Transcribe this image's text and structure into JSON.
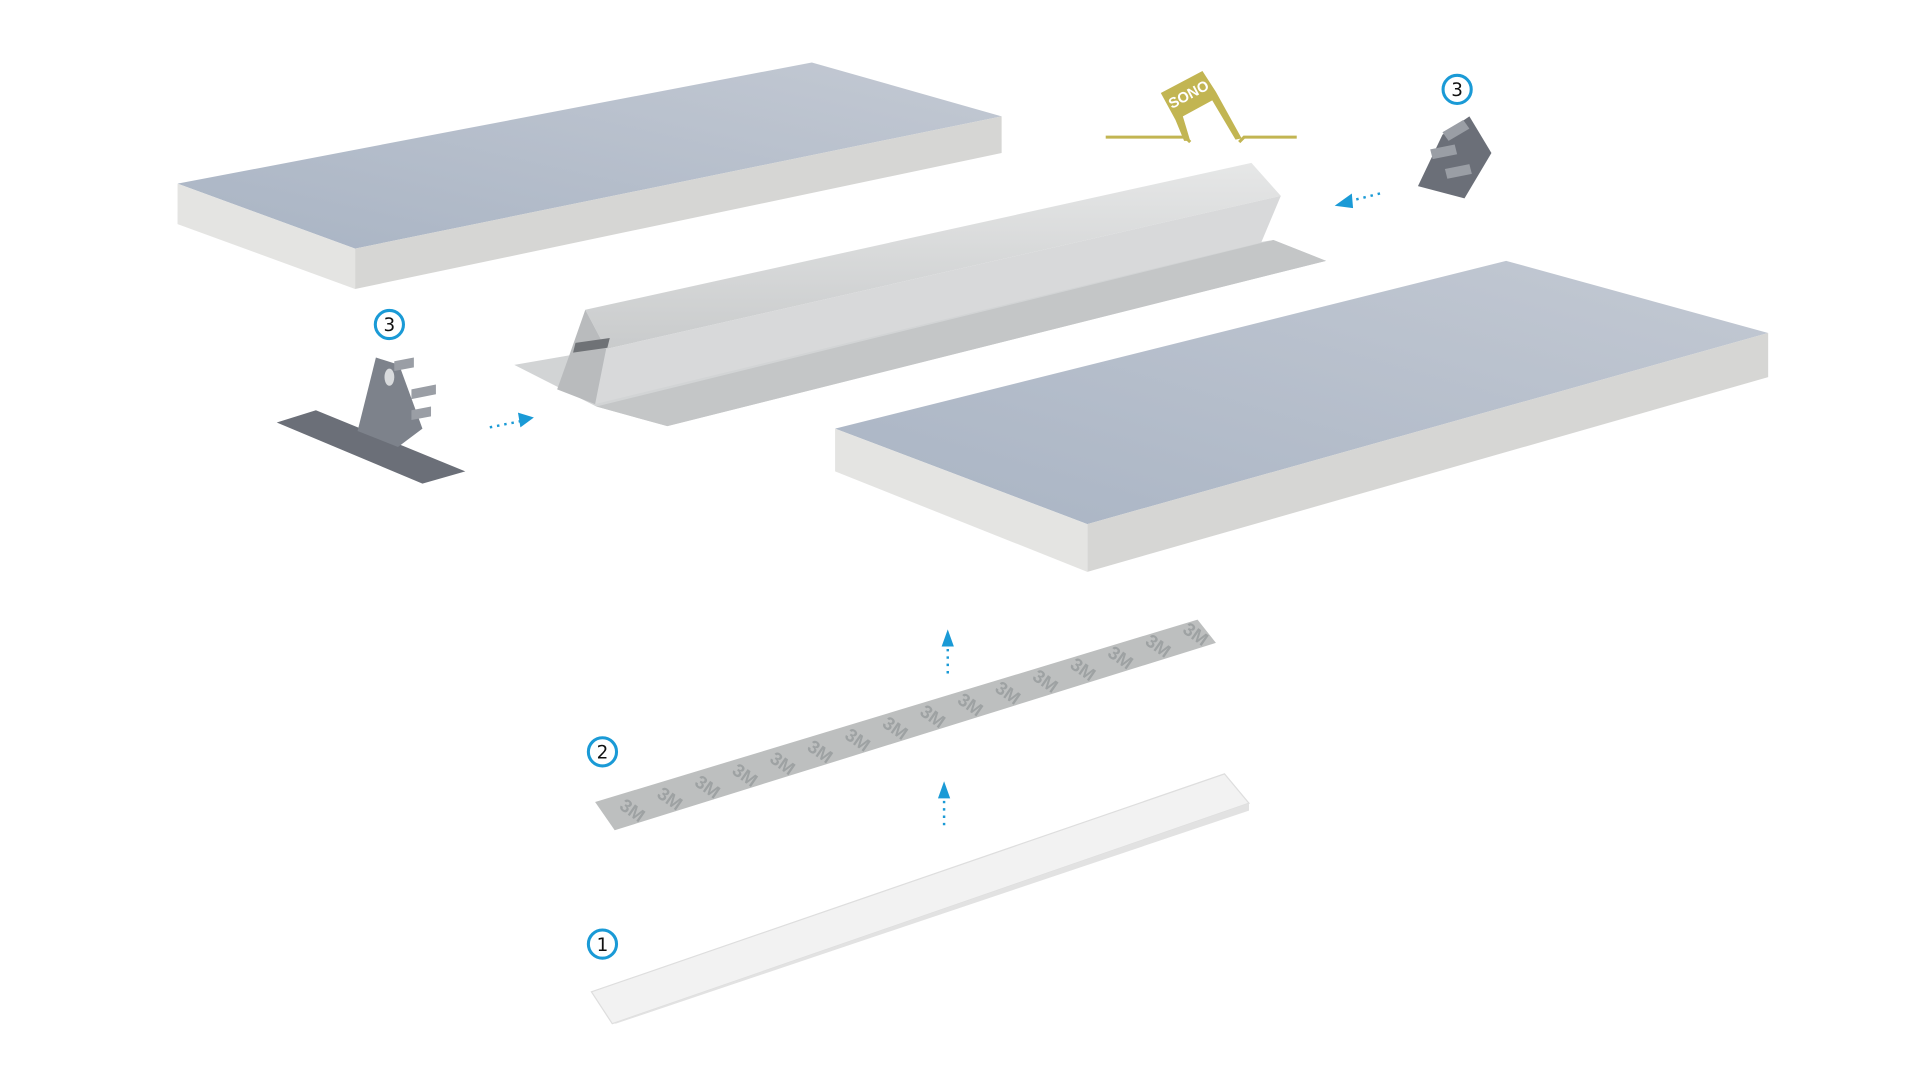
{
  "colors": {
    "marker_ring": "#1a9ad6",
    "arrow": "#1a9ad6",
    "panel_top": "#b5bfcc",
    "panel_side": "#dcdcda",
    "logo": "#c2b552",
    "clip": "#6b6f78",
    "tape": "#bdbfbf",
    "diffuser": "#f2f2f2"
  },
  "logo": {
    "text": "SONO"
  },
  "tape": {
    "brand_text": "3M"
  },
  "markers": [
    {
      "id": "clip-left",
      "label": "3"
    },
    {
      "id": "clip-right",
      "label": "3"
    },
    {
      "id": "tape",
      "label": "2"
    },
    {
      "id": "diffuser",
      "label": "1"
    }
  ]
}
